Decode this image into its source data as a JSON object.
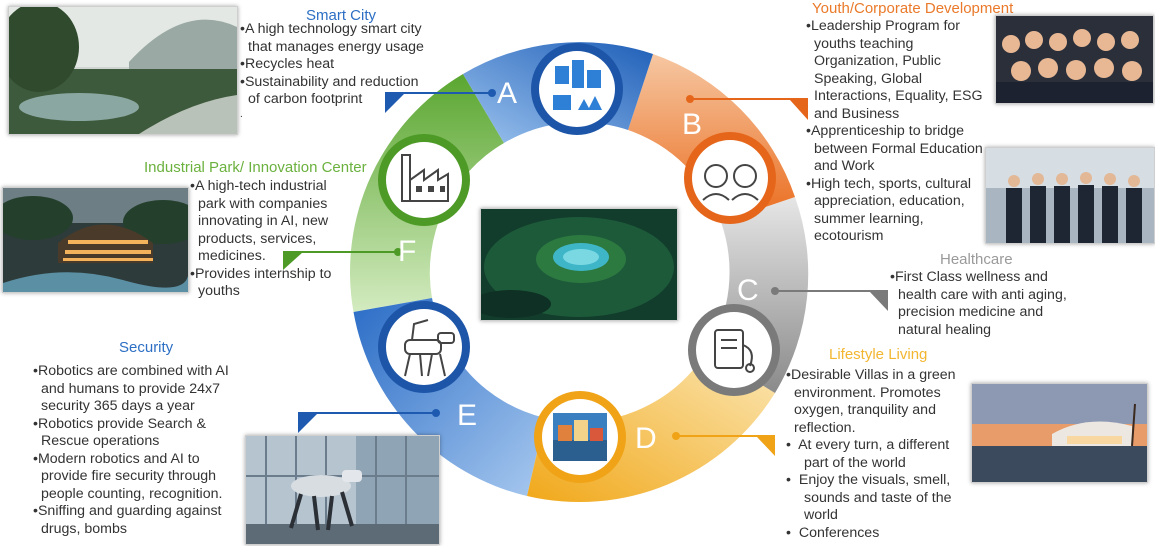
{
  "colors": {
    "smart_city": "#2d6fc4",
    "youth": "#ea7a2a",
    "healthcare": "#9a9a9a",
    "lifestyle": "#f2b630",
    "security": "#2d6fc4",
    "industrial": "#6bb13e"
  },
  "segments": [
    {
      "letter": "A",
      "title": "Smart City",
      "icon": "smart-city-icon"
    },
    {
      "letter": "B",
      "title": "Youth/Corporate Development",
      "icon": "kids-icon"
    },
    {
      "letter": "C",
      "title": "Healthcare",
      "icon": "medical-chart-stethoscope-icon"
    },
    {
      "letter": "D",
      "title": "Lifestyle Living",
      "icon": "village-painting-icon"
    },
    {
      "letter": "E",
      "title": "Security",
      "icon": "robot-dog-icon"
    },
    {
      "letter": "F",
      "title": "Industrial Park/ Innovation Center",
      "icon": "factory-icon"
    }
  ],
  "smart_city": {
    "bullets": [
      "•A high technology smart city",
      "that manages energy usage",
      "•Recycles heat",
      "•Sustainability and reduction",
      "of carbon footprint",
      "."
    ]
  },
  "youth": {
    "bullets": [
      "•Leadership Program for",
      "youths teaching",
      "Organization, Public",
      "Speaking, Global",
      "Interactions, Equality, ESG",
      "and Business",
      "•Apprenticeship to bridge",
      "between Formal Education",
      "and Work",
      "•High tech, sports, cultural",
      "appreciation, education,",
      "summer learning,",
      "ecotourism"
    ]
  },
  "healthcare": {
    "bullets": [
      "•First Class wellness and",
      "health care with anti aging,",
      "precision medicine and",
      "natural healing"
    ]
  },
  "lifestyle": {
    "bullets": [
      "•Desirable Villas in a green",
      "environment. Promotes",
      "oxygen, tranquility and",
      "reflection.",
      "•  At every turn, a different",
      "part of the world",
      "•  Enjoy the visuals, smell,",
      "sounds and taste of the",
      "world",
      "•  Conferences"
    ]
  },
  "security": {
    "bullets": [
      "•Robotics are combined with AI",
      "and humans to provide 24x7",
      "security 365 days a year",
      "•Robotics provide Search &",
      "Rescue operations",
      "•Modern robotics and AI to",
      "provide fire security through",
      "people counting, recognition.",
      "•Sniffing and guarding against",
      "drugs, bombs"
    ]
  },
  "industrial": {
    "bullets": [
      "•A high-tech industrial",
      "park with companies",
      "innovating in AI, new",
      "products, services,",
      "medicines.",
      "•Provides internship to",
      "youths"
    ]
  }
}
